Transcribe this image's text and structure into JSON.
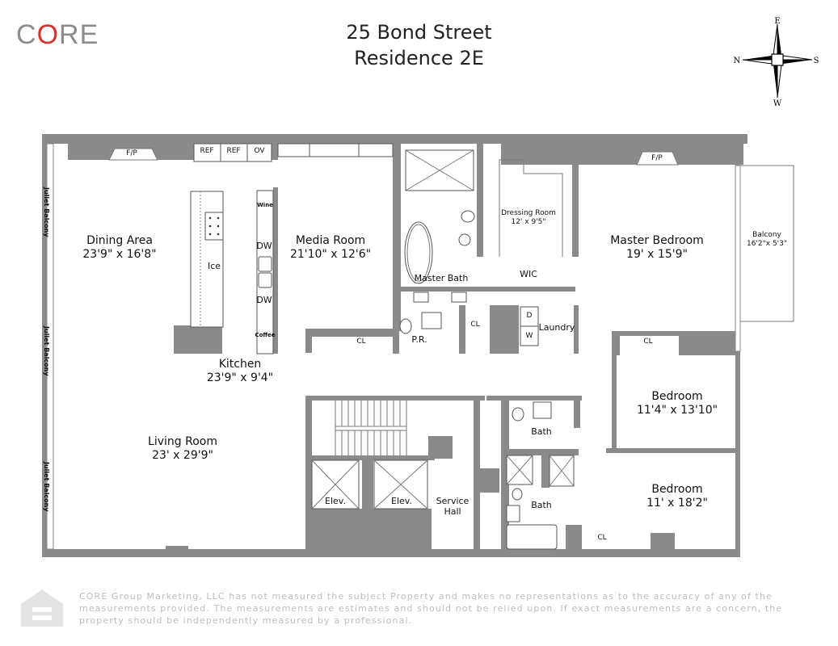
{
  "header": {
    "logo": {
      "prefix": "C",
      "accent": "O",
      "suffix": "RE",
      "color": "#8c8c8c",
      "accent_color": "#d6322a"
    },
    "title_line1": "25 Bond Street",
    "title_line2": "Residence 2E"
  },
  "compass": {
    "top": "E",
    "left": "N",
    "right": "S",
    "bottom": "W"
  },
  "colors": {
    "wall": "#8a8a8a",
    "fixture_line": "#555555",
    "disclaimer": "#bdbdbd"
  },
  "rooms": {
    "dining": {
      "name": "Dining Area",
      "size": "23'9\" x 16'8\""
    },
    "media": {
      "name": "Media Room",
      "size": "21'10\" x 12'6\""
    },
    "kitchen": {
      "name": "Kitchen",
      "size": "23'9\" x 9'4\""
    },
    "living": {
      "name": "Living Room",
      "size": "23' x 29'9\""
    },
    "master_bath": {
      "name": "Master Bath"
    },
    "dressing": {
      "name": "Dressing Room",
      "size": "12' x 9'5\""
    },
    "wic": {
      "name": "WIC"
    },
    "master_bedroom": {
      "name": "Master Bedroom",
      "size": "19' x 15'9\""
    },
    "balcony": {
      "name": "Balcony",
      "size": "16'2\"x 5'3\""
    },
    "bedroom1": {
      "name": "Bedroom",
      "size": "11'4\" x 13'10\""
    },
    "bedroom2": {
      "name": "Bedroom",
      "size": "11' x 18'2\""
    },
    "bath1": {
      "name": "Bath"
    },
    "bath2": {
      "name": "Bath"
    },
    "powder": {
      "name": "P.R."
    },
    "laundry": {
      "name": "Laundry"
    },
    "service_hall": {
      "name": "Service Hall"
    },
    "elev1": {
      "name": "Elev."
    },
    "elev2": {
      "name": "Elev."
    }
  },
  "fixtures": {
    "fp1": "F/P",
    "fp2": "F/P",
    "ref1": "REF",
    "ref2": "REF",
    "ov": "OV",
    "ice": "Ice",
    "wine": "Wine",
    "dw1": "DW",
    "dw2": "DW",
    "coffee": "Coffee",
    "dryer": "D",
    "washer": "W",
    "cl_media": "CL",
    "cl_hall": "CL",
    "cl_master": "CL",
    "cl_bed2": "CL"
  },
  "juliet_balcony": [
    "Juliet Balcony",
    "Juliet Balcony",
    "Juliet Balcony"
  ],
  "footer": {
    "disclaimer": "CORE Group Marketing, LLC has not measured the subject Property and makes no representations as to the accuracy of any of the measurements provided. The measurements are estimates and should not be relied upon. If exact measurements are a concern, the property should be independently measured by a professional."
  }
}
